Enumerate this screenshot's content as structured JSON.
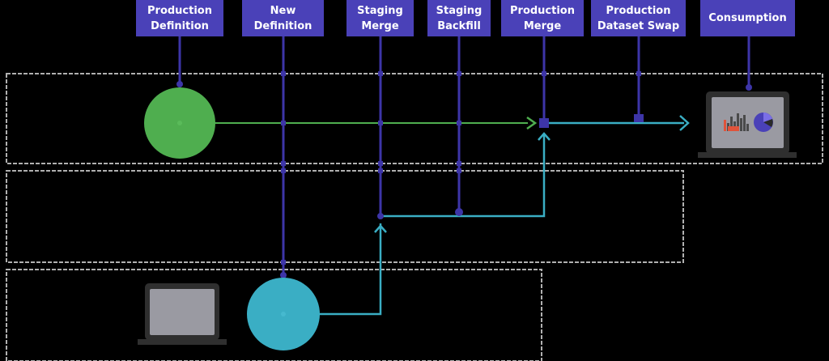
{
  "stages": [
    {
      "id": "production-definition",
      "line1": "Production",
      "line2": "Definition"
    },
    {
      "id": "new-definition",
      "line1": "New",
      "line2": "Definition"
    },
    {
      "id": "staging-merge",
      "line1": "Staging",
      "line2": "Merge"
    },
    {
      "id": "staging-backfill",
      "line1": "Staging",
      "line2": "Backfill"
    },
    {
      "id": "production-merge",
      "line1": "Production",
      "line2": "Merge"
    },
    {
      "id": "production-dataset-swap",
      "line1": "Production",
      "line2": "Dataset Swap"
    },
    {
      "id": "consumption",
      "line1": "Consumption",
      "line2": ""
    }
  ],
  "colors": {
    "header_bg": "#4a41b8",
    "connector": "#3d35a8",
    "green": "#4fae4f",
    "teal": "#3aaec4",
    "lane_border": "#b0b0b0",
    "laptop_body": "#2f2f2f",
    "laptop_screen": "#9a9aa2"
  }
}
